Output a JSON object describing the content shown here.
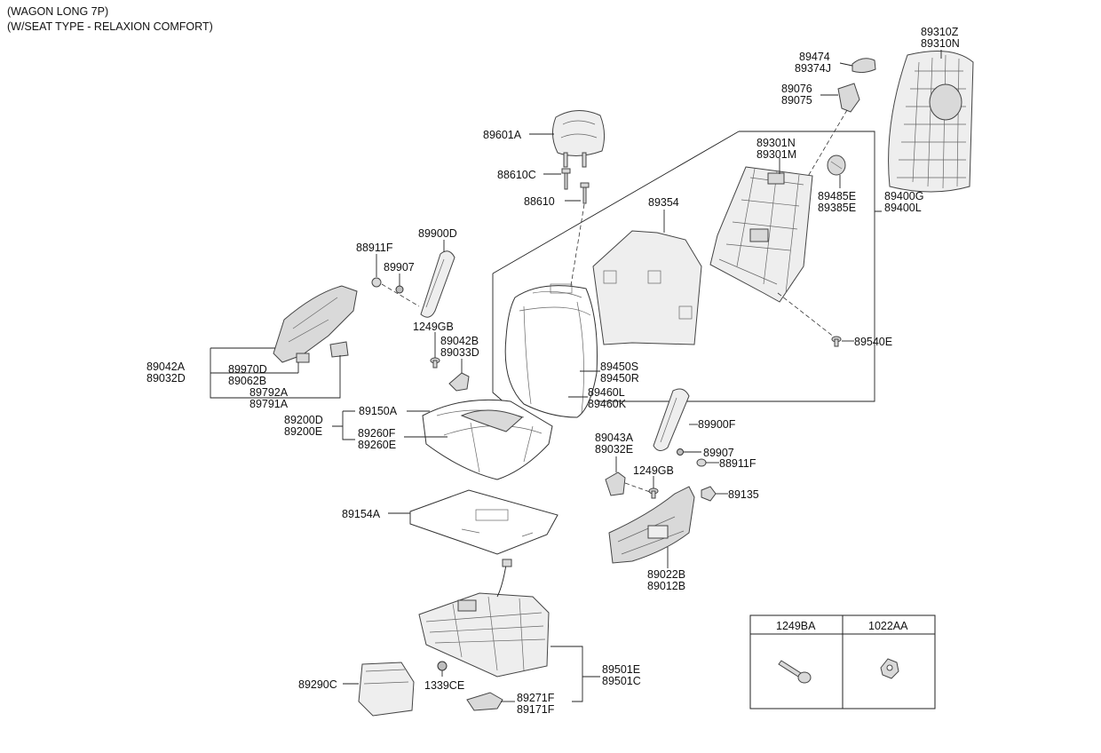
{
  "header": {
    "line1": "(WAGON LONG 7P)",
    "line2": "(W/SEAT TYPE - RELAXION COMFORT)"
  },
  "labels": {
    "l89310": [
      "89310Z",
      "89310N"
    ],
    "l89474": [
      "89474",
      "89374J"
    ],
    "l89076": [
      "89076",
      "89075"
    ],
    "l89601A": "89601A",
    "l88610C": "88610C",
    "l88610": "88610",
    "l89301": [
      "89301N",
      "89301M"
    ],
    "l89485": [
      "89485E",
      "89385E"
    ],
    "l89400": [
      "89400G",
      "89400L"
    ],
    "l89354": "89354",
    "l89900D": "89900D",
    "l88911F_a": "88911F",
    "l89907_a": "89907",
    "l1249GB_a": "1249GB",
    "l89042": [
      "89042B",
      "89033D"
    ],
    "l89540E": "89540E",
    "l89042A": [
      "89042A",
      "89032D"
    ],
    "l89970": [
      "89970D",
      "89062B"
    ],
    "l89792": [
      "89792A",
      "89791A"
    ],
    "l89450": [
      "89450S",
      "89450R"
    ],
    "l89460": [
      "89460L",
      "89460K"
    ],
    "l89200": [
      "89200D",
      "89200E"
    ],
    "l89150A": "89150A",
    "l89260": [
      "89260F",
      "89260E"
    ],
    "l89900F": "89900F",
    "l89043": [
      "89043A",
      "89032E"
    ],
    "l89907_b": "89907",
    "l88911F_b": "88911F",
    "l1249GB_b": "1249GB",
    "l89135": "89135",
    "l89154A": "89154A",
    "l89022": [
      "89022B",
      "89012B"
    ],
    "l89501": [
      "89501E",
      "89501C"
    ],
    "l89290C": "89290C",
    "l1339CE": "1339CE",
    "l89271": [
      "89271F",
      "89171F"
    ]
  },
  "fastener_table": {
    "col1": "1249BA",
    "col2": "1022AA"
  },
  "icons": [
    "headrest-icon",
    "seat-back-icon",
    "seat-cushion-icon",
    "seat-frame-icon",
    "back-cover-icon",
    "screw-icon",
    "nut-icon",
    "side-shield-icon",
    "armrest-icon",
    "recliner-lever-icon",
    "pad-icon"
  ]
}
